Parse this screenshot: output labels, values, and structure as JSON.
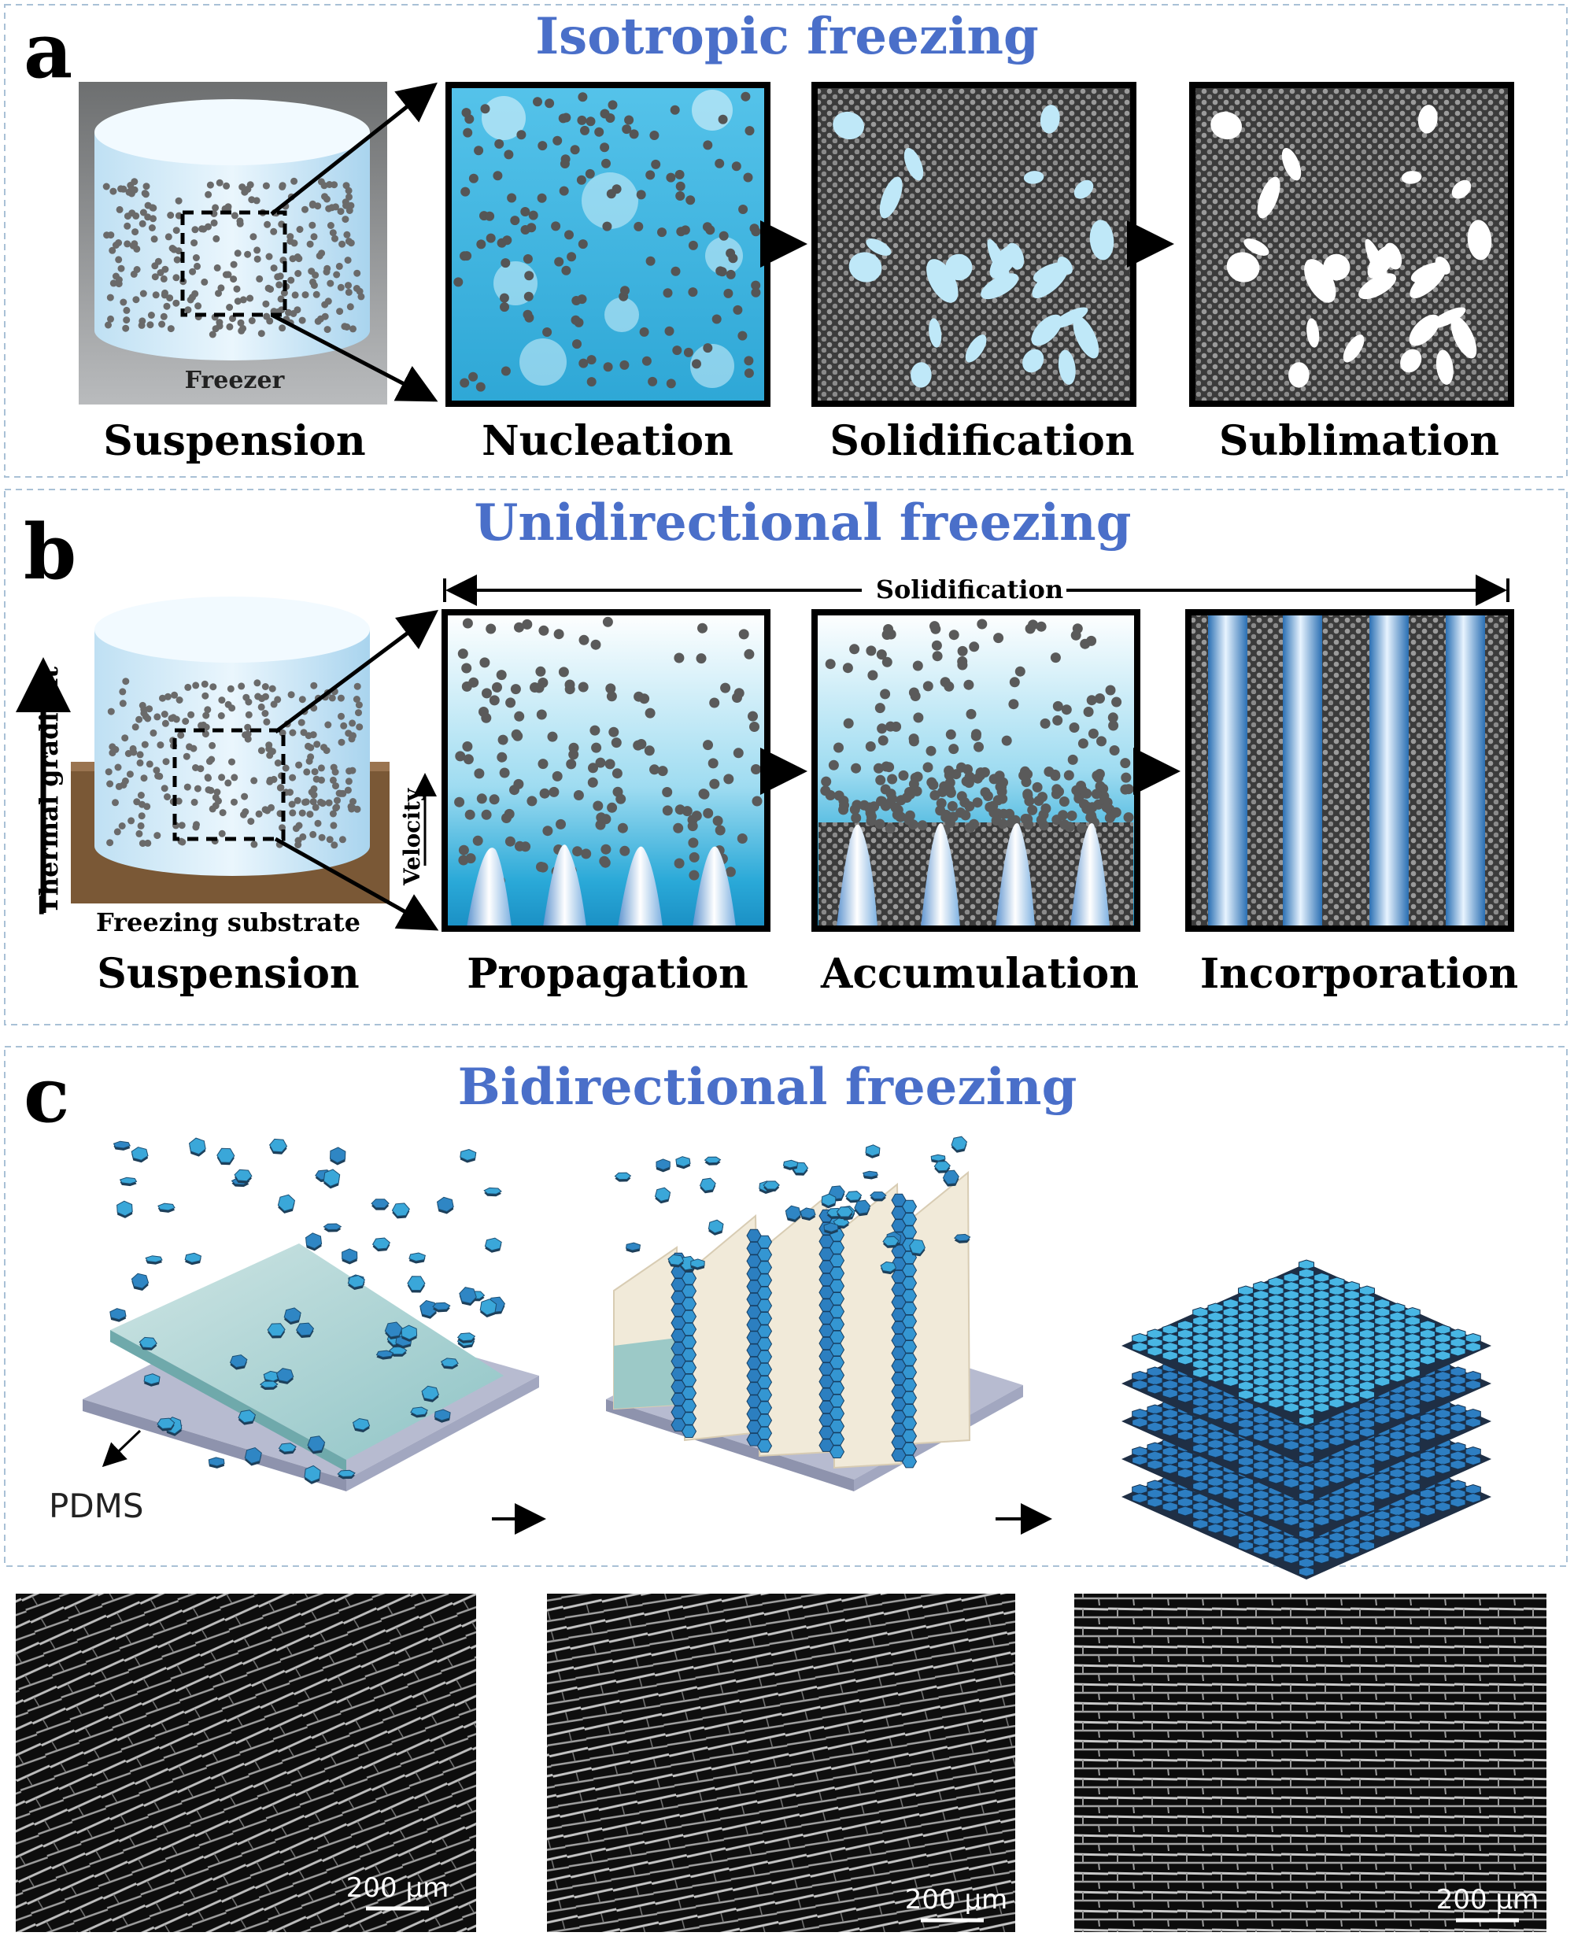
{
  "panel_a": {
    "letter": "a",
    "title": "Isotropic freezing",
    "freezer_label": "Freezer",
    "steps": [
      "Suspension",
      "Nucleation",
      "Solidification",
      "Sublimation"
    ]
  },
  "panel_b": {
    "letter": "b",
    "title": "Unidirectional freezing",
    "axis_label": "Thermal gradient",
    "substrate_label": "Freezing substrate",
    "velocity_label": "Velocity",
    "solidification_label": "Solidification",
    "steps": [
      "Suspension",
      "Propagation",
      "Accumulation",
      "Incorporation"
    ]
  },
  "panel_c": {
    "letter": "c",
    "title": "Bidirectional freezing",
    "pdms_label": "PDMS",
    "scale_bars": [
      "200 µm",
      "200 µm",
      "200 µm"
    ]
  },
  "colors": {
    "title_blue": "#4a6fc9",
    "ice_blue": "#3fb8e3",
    "particle": "#5a5a5a",
    "hexagon": "#3aa7d9",
    "substrate": "#7a5836",
    "frame": "#000000",
    "border_dashed": "#a9c1d6"
  }
}
